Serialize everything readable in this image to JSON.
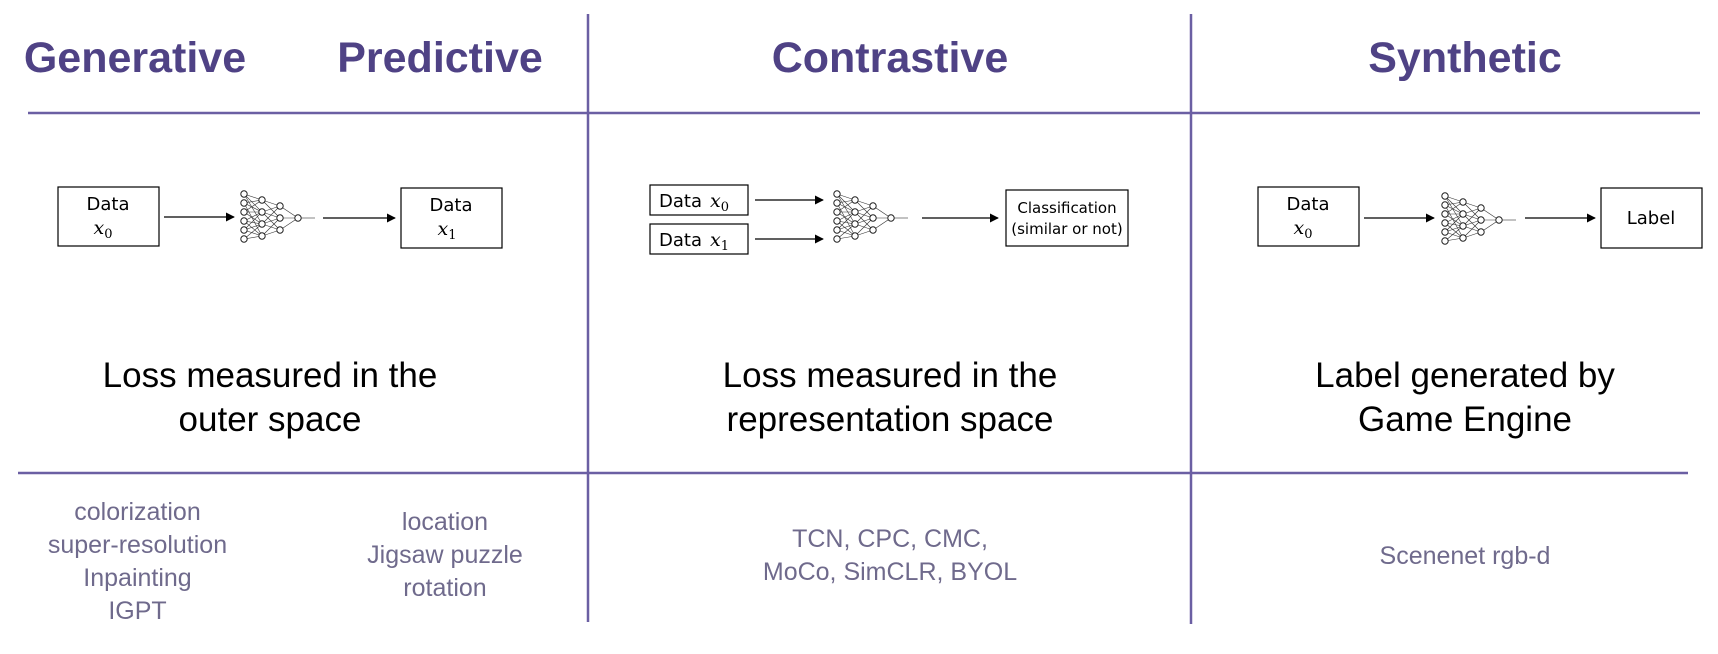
{
  "headings": {
    "generative": "Generative",
    "predictive": "Predictive",
    "contrastive": "Contrastive",
    "synthetic": "Synthetic"
  },
  "colors": {
    "accent": "#4f4285",
    "divider": "#6b5fa3",
    "example_text": "#6f6a8c"
  },
  "diagrams": {
    "generative": {
      "input_label": "Data",
      "input_var": "x",
      "input_sub": "0",
      "output_label": "Data",
      "output_var": "x",
      "output_sub": "1"
    },
    "contrastive": {
      "input1_label": "Data",
      "input1_var": "x",
      "input1_sub": "0",
      "input2_label": "Data",
      "input2_var": "x",
      "input2_sub": "1",
      "output_line1": "Classification",
      "output_line2": "(similar or not)"
    },
    "synthetic": {
      "input_label": "Data",
      "input_var": "x",
      "input_sub": "0",
      "output_label": "Label"
    }
  },
  "descriptions": {
    "generative": [
      "Loss measured in the",
      "outer space"
    ],
    "contrastive": [
      "Loss measured in the",
      "representation space"
    ],
    "synthetic": [
      "Label generated by",
      "Game Engine"
    ]
  },
  "examples": {
    "generative": [
      "colorization",
      "super-resolution",
      "Inpainting",
      "IGPT"
    ],
    "predictive": [
      "location",
      "Jigsaw puzzle",
      "rotation"
    ],
    "contrastive": [
      "TCN, CPC, CMC,",
      "MoCo, SimCLR, BYOL"
    ],
    "synthetic": [
      "Scenenet rgb-d"
    ]
  }
}
